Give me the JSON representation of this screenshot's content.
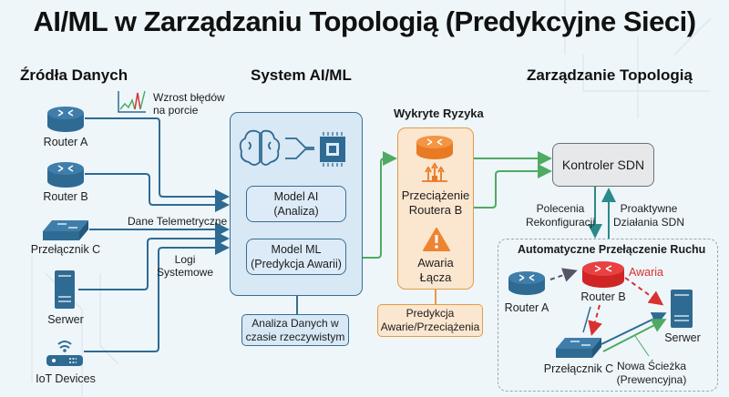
{
  "title": "AI/ML w Zarządzaniu Topologią (Predykcyjne Sieci)",
  "sections": {
    "sources": "Źródła Danych",
    "ai_system": "System AI/ML",
    "risks": "Wykryte Ryzyka",
    "topology": "Zarządzanie Topologią"
  },
  "sources": {
    "devices": [
      {
        "label": "Router A",
        "icon": "router-icon"
      },
      {
        "label": "Router B",
        "icon": "router-icon"
      },
      {
        "label": "Przełącznik C",
        "icon": "switch-icon"
      },
      {
        "label": "Serwer",
        "icon": "server-icon"
      },
      {
        "label": "IoT Devices",
        "icon": "iot-icon"
      }
    ],
    "annotations": {
      "error_spike": "Wzrost błędów\nna porcie",
      "telemetry": "Dane Telemetryczne",
      "logs": "Logi\nSystemowe"
    }
  },
  "ai_system": {
    "model_ai": "Model AI\n(Analiza)",
    "model_ml": "Model ML\n(Predykcja Awarii)",
    "realtime": "Analiza Danych w\nczasie rzeczywistym"
  },
  "risks": {
    "overload": "Przeciążenie\nRoutera B",
    "link_failure": "Awaria\nŁącza",
    "prediction": "Predykcja\nAwarie/Przeciążenia"
  },
  "topology": {
    "controller": "Kontroler SDN",
    "commands": "Polecenia\nRekonfiguracji",
    "proactive": "Proaktywne\nDziałania SDN",
    "auto_switch": {
      "title": "Automatyczne Przełączenie Ruchu",
      "router_a": "Router A",
      "router_b": "Router B",
      "failure": "Awaria",
      "server": "Serwer",
      "switch": "Przełącznik C",
      "new_path": "Nowa Ścieżka\n(Prewencyjna)"
    }
  },
  "colors": {
    "blue": "#2f6a93",
    "orange": "#ee8430",
    "red": "#d93030",
    "green": "#4faa63",
    "teal": "#2b8a8a"
  }
}
